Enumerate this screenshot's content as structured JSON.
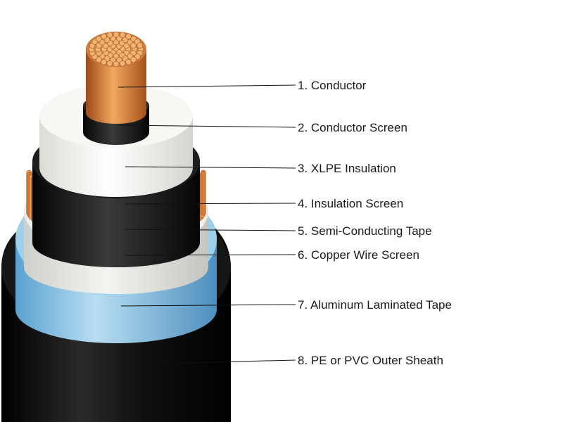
{
  "diagram": {
    "labels": [
      {
        "text": "1. Conductor"
      },
      {
        "text": "2. Conductor Screen"
      },
      {
        "text": "3. XLPE Insulation"
      },
      {
        "text": "4. Insulation Screen"
      },
      {
        "text": "5. Semi-Conducting Tape"
      },
      {
        "text": "6. Copper Wire Screen"
      },
      {
        "text": "7. Aluminum Laminated Tape"
      },
      {
        "text": "8. PE or PVC Outer Sheath"
      }
    ],
    "colors": {
      "copper": "#c8692a",
      "copper_light": "#f0a35a",
      "xlpe": "#f2f2ee",
      "black": "#141414",
      "semi_tape": "#e6e6e2",
      "aluminum_tape": "#8ec6e6",
      "sheath": "#0d0d0d"
    }
  }
}
